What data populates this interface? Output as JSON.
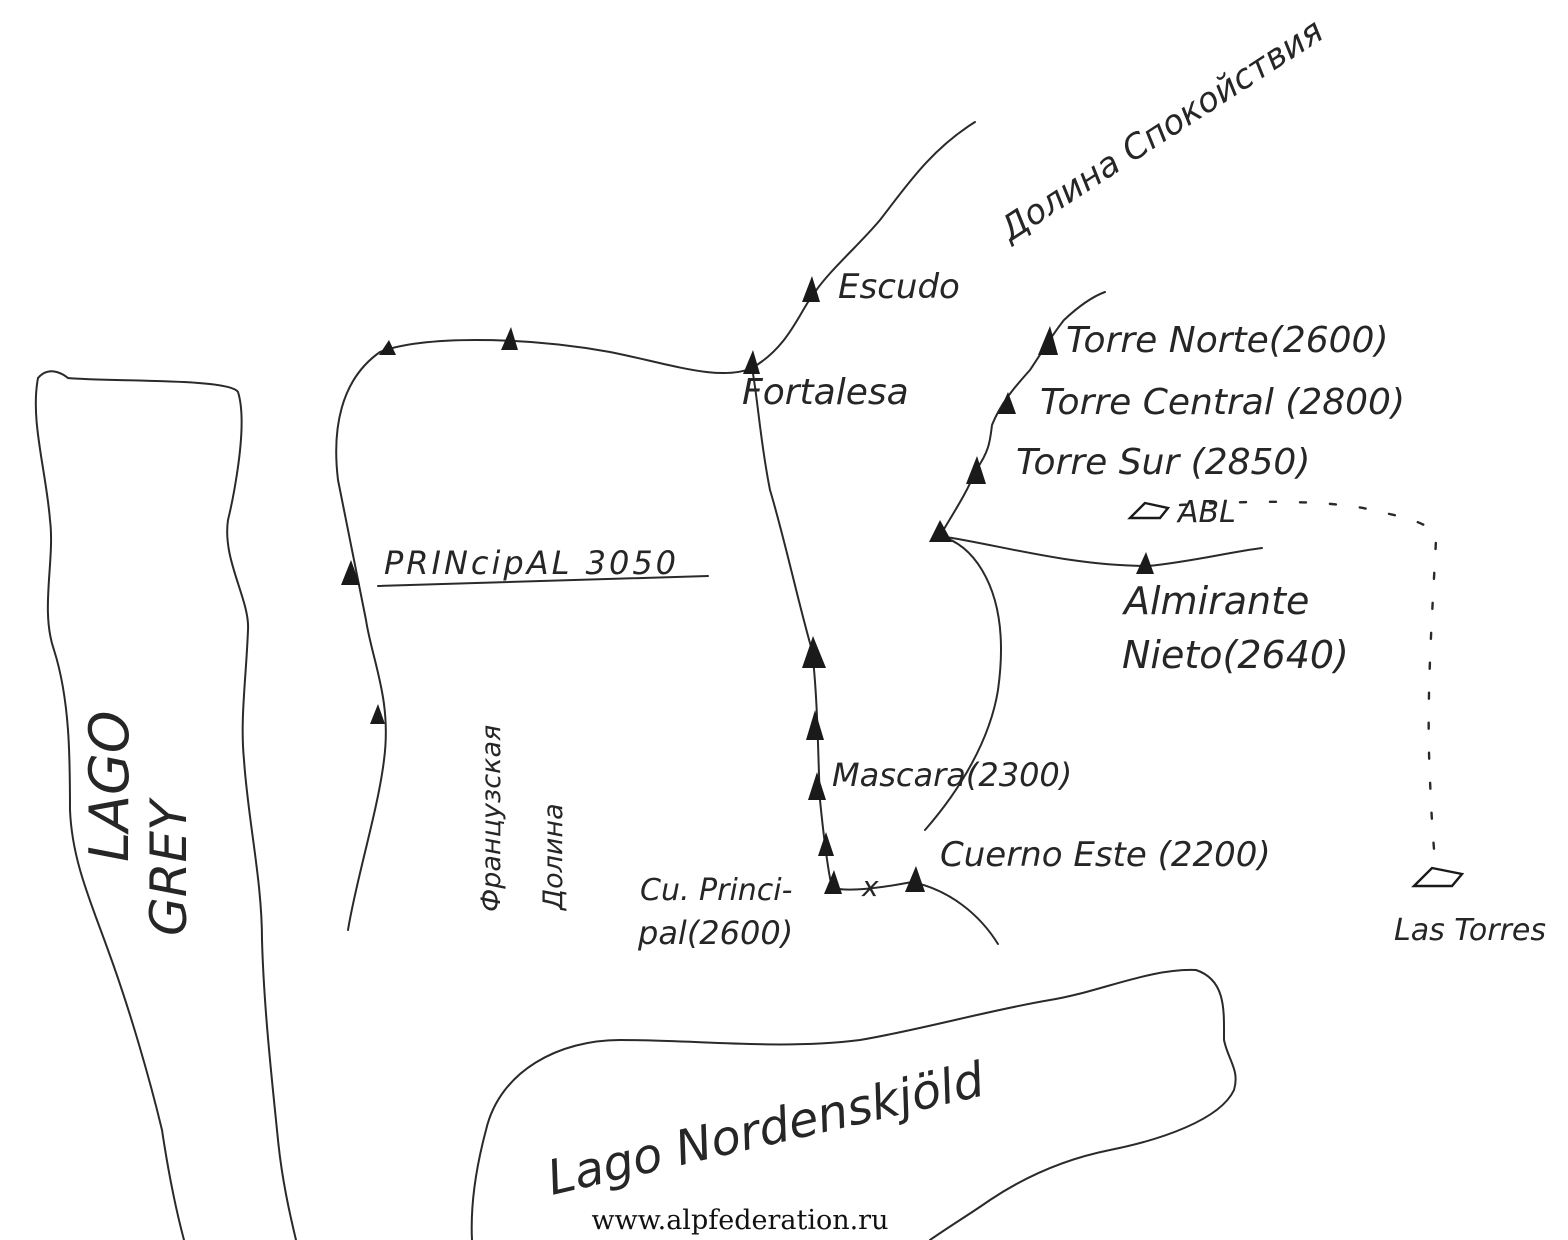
{
  "map": {
    "lakes": {
      "lago_grey": [
        "LAGO",
        "GREY"
      ],
      "lago_nordenskjold": "Lago Nordenskjöld"
    },
    "valleys": {
      "silence_valley": "Долина Спокойствия",
      "french_valley": [
        "Французская",
        "Долина"
      ]
    },
    "peaks": {
      "escudo": "Escudo",
      "fortalesa": "Fortalesa",
      "principal": "PRINcipAL 3050",
      "torre_norte": "Torre Norte(2600)",
      "torre_central": "Torre Central (2800)",
      "torre_sur": "Torre Sur (2850)",
      "almirante_nieto": [
        "Almirante",
        "Nieto(2640)"
      ],
      "mascara": "Mascara(2300)",
      "cuerno_este": "Cuerno Este (2200)",
      "cuerno_principal": [
        "Cu. Princi-",
        "pal(2600)"
      ]
    },
    "huts": {
      "abl": "ABL",
      "las_torres": "Las Torres"
    },
    "saddle_mark": "x"
  },
  "watermark": "www.alpfederation.ru",
  "colors": {
    "ink": "#2a2a2a",
    "paper": "#ffffff"
  }
}
